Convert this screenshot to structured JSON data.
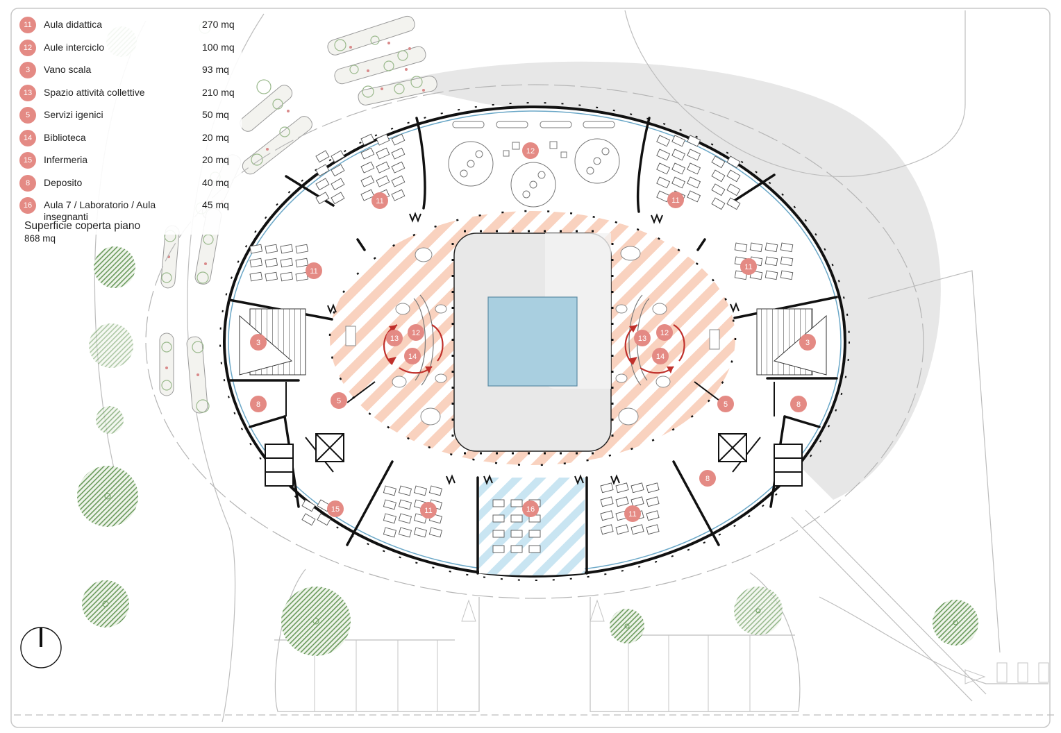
{
  "legend": [
    {
      "num": "11",
      "name": "Aula didattica",
      "area": "270 mq"
    },
    {
      "num": "12",
      "name": "Aule interciclo",
      "area": "100 mq"
    },
    {
      "num": "3",
      "name": "Vano scala",
      "area": "93 mq"
    },
    {
      "num": "13",
      "name": "Spazio attività collettive",
      "area": "210 mq"
    },
    {
      "num": "5",
      "name": "Servizi igenici",
      "area": "50 mq"
    },
    {
      "num": "14",
      "name": "Biblioteca",
      "area": "20 mq"
    },
    {
      "num": "15",
      "name": "Infermeria",
      "area": "20 mq"
    },
    {
      "num": "8",
      "name": "Deposito",
      "area": "40 mq"
    },
    {
      "num": "16",
      "name": "Aula 7 / Laboratorio / Aula insegnanti",
      "area": "45 mq"
    }
  ],
  "total": {
    "label": "Superficie coperta piano",
    "value": "868 mq"
  },
  "room_badges": [
    "12",
    "11",
    "11",
    "11",
    "11",
    "3",
    "3",
    "13",
    "12",
    "14",
    "13",
    "12",
    "14",
    "5",
    "5",
    "8",
    "8",
    "8",
    "15",
    "11",
    "16",
    "11"
  ],
  "colors": {
    "badge": "#e48a84",
    "collective_hatch": "#f9d2bf",
    "lab_hatch": "#bfe0ef",
    "pool": "#a9cfe0",
    "shadow": "#e7e7e7",
    "tree": "#6a9a5c",
    "wall": "#111111"
  },
  "icons": [
    "north-arrow-icon",
    "circulation-arrow-icon",
    "staircase-icon",
    "tree-icon"
  ]
}
